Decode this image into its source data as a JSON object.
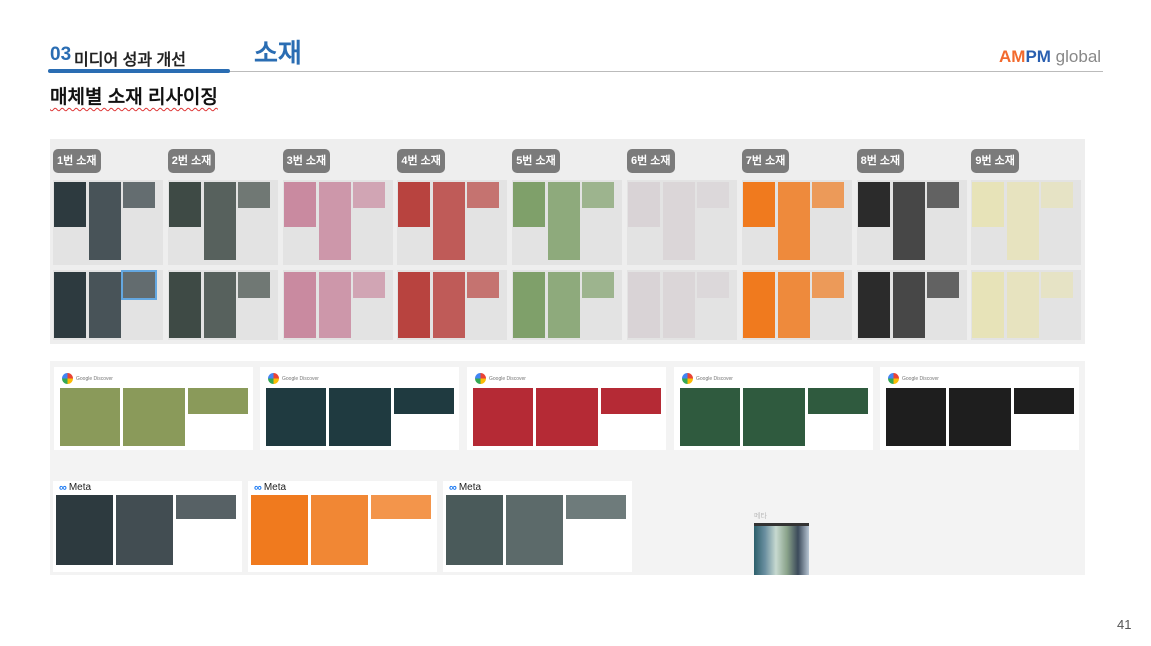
{
  "header": {
    "section_number": "03",
    "section_title": "미디어 성과 개선",
    "topic": "소재",
    "logo": {
      "part1": "AM",
      "part2": "PM",
      "part3": " global"
    }
  },
  "subtitle": "매체별 소재 리사이징",
  "creatives": [
    {
      "label": "1번 소재",
      "color": "#2d3a3f"
    },
    {
      "label": "2번 소재",
      "color": "#3e4a45"
    },
    {
      "label": "3번 소재",
      "color": "#c98aa0"
    },
    {
      "label": "4번 소재",
      "color": "#b8433f"
    },
    {
      "label": "5번 소재",
      "color": "#7fa06a"
    },
    {
      "label": "6번 소재",
      "color": "#d9d3d6"
    },
    {
      "label": "7번 소재",
      "color": "#f07a1e"
    },
    {
      "label": "8번 소재",
      "color": "#2b2b2b"
    },
    {
      "label": "9번 소재",
      "color": "#e7e3b8"
    }
  ],
  "google_cards": [
    {
      "label": "Google Discover",
      "color": "#8a9a5a"
    },
    {
      "label": "Google Discover",
      "color": "#1f3a40"
    },
    {
      "label": "Google Discover",
      "color": "#b52a35"
    },
    {
      "label": "Google Discover",
      "color": "#2f5a3e"
    },
    {
      "label": "Google Discover",
      "color": "#1e1e1e"
    }
  ],
  "meta_cards": [
    {
      "label": "Meta",
      "color": "#2d3a3f"
    },
    {
      "label": "Meta",
      "color": "#f07a1e"
    },
    {
      "label": "Meta",
      "color": "#4a5a5a"
    }
  ],
  "meta_extra_label": "메타",
  "page_number": "41"
}
